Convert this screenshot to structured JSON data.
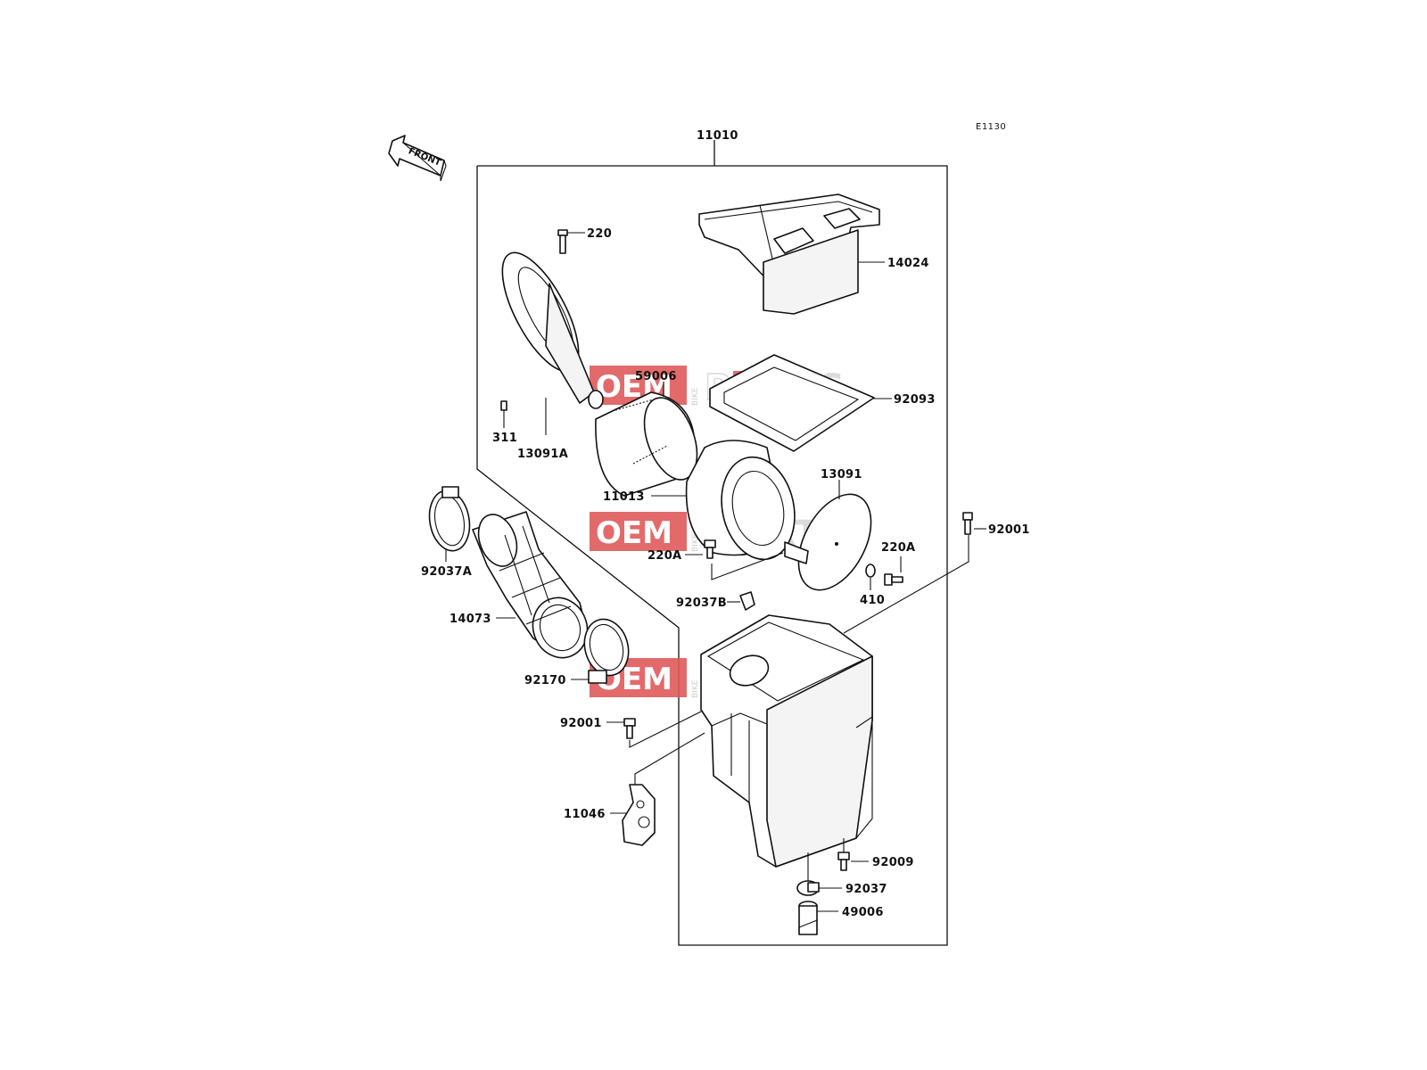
{
  "diagram": {
    "code": "E1130",
    "front_label": "FRONT",
    "assembly_label": "11010",
    "part_labels": {
      "p14024": "14024",
      "p220": "220",
      "p59006": "59006",
      "p92093": "92093",
      "p311": "311",
      "p13091a": "13091A",
      "p13091": "13091",
      "p11013": "11013",
      "p92001_right": "92001",
      "p220a_left": "220A",
      "p220a_right": "220A",
      "p92037a": "92037A",
      "p92037b": "92037B",
      "p410": "410",
      "p14073": "14073",
      "p92170": "92170",
      "p92001_left": "92001",
      "p11046": "11046",
      "p92009": "92009",
      "p92037": "92037",
      "p49006": "49006"
    }
  },
  "watermark": {
    "oem": "OEM",
    "bike": "BIKE",
    "p": "P",
    "a": "a",
    "rts": "RTS",
    "accent_color": "#e05a5a"
  }
}
